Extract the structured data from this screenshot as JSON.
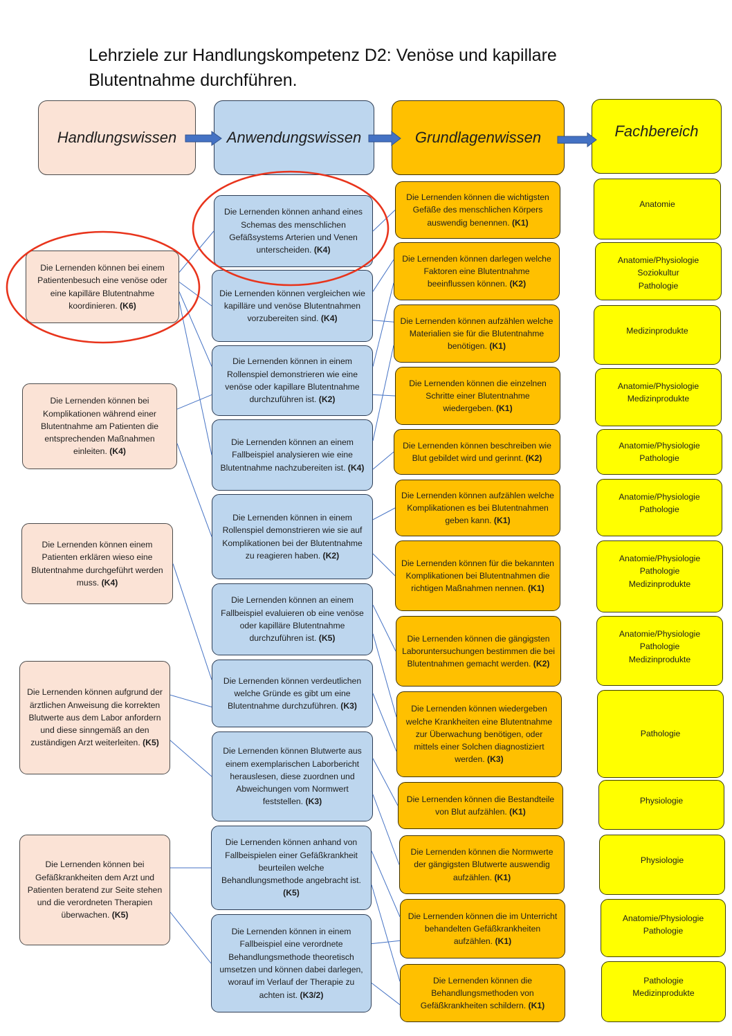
{
  "title": "Lehrziele zur Handlungskompetenz D2: Venöse und kapillare Blutentnahme durchführen.",
  "headers": {
    "handlungswissen": "Handlungswissen",
    "anwendungswissen": "Anwendungswissen",
    "grundlagenwissen": "Grundlagenwissen",
    "fachbereich": "Fachbereich"
  },
  "colors": {
    "handlungswissen": "#fbe3d6",
    "anwendungswissen": "#bdd6ee",
    "grundlagenwissen": "#ffc000",
    "fachbereich": "#ffff00",
    "arrows": "#4472c4",
    "connectors": "#4472c4",
    "highlight_ellipse": "#e8341c"
  },
  "handlungswissen": [
    {
      "text": "Die Lernenden können bei einem Patientenbesuch eine venöse oder eine kapilläre Blutentnahme koordinieren.",
      "level": "(K6)"
    },
    {
      "text": "Die Lernenden können bei Komplikationen während einer Blutentnahme am Patienten die entsprechenden Maßnahmen einleiten.",
      "level": "(K4)"
    },
    {
      "text": "Die Lernenden können einem Patienten erklären wieso eine Blutentnahme durchgeführt werden muss.",
      "level": "(K4)"
    },
    {
      "text": "Die Lernenden können aufgrund der ärztlichen Anweisung die korrekten Blutwerte aus dem Labor anfordern und diese sinngemäß an den zuständigen Arzt weiterleiten.",
      "level": "(K5)"
    },
    {
      "text": "Die Lernenden können bei Gefäßkrankheiten dem Arzt und Patienten beratend zur Seite stehen und die verordneten Therapien überwachen.",
      "level": "(K5)"
    }
  ],
  "anwendungswissen": [
    {
      "text": "Die Lernenden können anhand eines Schemas des menschlichen Gefäßsystems Arterien und Venen unterscheiden.",
      "level": "(K4)"
    },
    {
      "text": "Die Lernenden können vergleichen wie kapilläre und venöse Blutentnahmen vorzubereiten sind.",
      "level": "(K4)"
    },
    {
      "text": "Die Lernenden können in einem Rollenspiel demonstrieren wie eine venöse oder kapillare Blutentnahme durchzuführen ist.",
      "level": "(K2)"
    },
    {
      "text": "Die Lernenden können an einem Fallbeispiel analysieren wie eine Blutentnahme nachzubereiten ist.",
      "level": "(K4)"
    },
    {
      "text": "Die Lernenden können in einem Rollenspiel demonstrieren wie sie auf Komplikationen bei der Blutentnahme zu reagieren haben.",
      "level": "(K2)"
    },
    {
      "text": "Die Lernenden können an einem Fallbeispiel evaluieren ob eine venöse oder kapilläre Blutentnahme durchzuführen ist.",
      "level": "(K5)"
    },
    {
      "text": "Die Lernenden können verdeutlichen welche Gründe es gibt um eine Blutentnahme durchzuführen.",
      "level": "(K3)"
    },
    {
      "text": "Die Lernenden können Blutwerte aus einem exemplarischen Laborbericht herauslesen, diese zuordnen und Abweichungen vom Normwert feststellen.",
      "level": "(K3)"
    },
    {
      "text": "Die Lernenden können anhand von Fallbeispielen einer Gefäßkrankheit beurteilen welche Behandlungsmethode angebracht ist.",
      "level": "(K5)"
    },
    {
      "text": "Die Lernenden können in einem Fallbeispiel eine verordnete Behandlungsmethode theoretisch umsetzen und können dabei darlegen, worauf im Verlauf der Therapie zu achten ist.",
      "level": "(K3/2)"
    }
  ],
  "grundlagenwissen": [
    {
      "text": "Die Lernenden können die wichtigsten Gefäße des menschlichen Körpers auswendig benennen.",
      "level": "(K1)"
    },
    {
      "text": "Die Lernenden können darlegen welche Faktoren eine Blutentnahme beeinflussen können.",
      "level": "(K2)"
    },
    {
      "text": "Die Lernenden können aufzählen welche Materialien sie für die Blutentnahme benötigen.",
      "level": "(K1)"
    },
    {
      "text": "Die Lernenden können die einzelnen Schritte einer Blutentnahme wiedergeben.",
      "level": "(K1)"
    },
    {
      "text": "Die Lernenden können beschreiben wie Blut gebildet wird und gerinnt.",
      "level": "(K2)"
    },
    {
      "text": "Die Lernenden können aufzählen welche Komplikationen es bei Blutentnahmen geben kann.",
      "level": "(K1)"
    },
    {
      "text": "Die Lernenden können für die bekannten Komplikationen bei Blutentnahmen die richtigen Maßnahmen nennen.",
      "level": "(K1)"
    },
    {
      "text": "Die Lernenden können die gängigsten Laboruntersuchungen bestimmen die bei Blutentnahmen gemacht werden.",
      "level": "(K2)"
    },
    {
      "text": "Die Lernenden können wiedergeben welche Krankheiten eine Blutentnahme zur Überwachung benötigen, oder mittels einer Solchen diagnostiziert werden.",
      "level": "(K3)"
    },
    {
      "text": "Die Lernenden können die Bestandteile von Blut aufzählen.",
      "level": "(K1)"
    },
    {
      "text": "Die Lernenden können die Normwerte der gängigsten Blutwerte auswendig aufzählen.",
      "level": "(K1)"
    },
    {
      "text": "Die Lernenden können die im Unterricht behandelten Gefäßkrankheiten aufzählen.",
      "level": "(K1)"
    },
    {
      "text": "Die Lernenden können die Behandlungsmethoden von Gefäßkrankheiten schildern.",
      "level": "(K1)"
    }
  ],
  "fachbereich": [
    {
      "lines": [
        "Anatomie"
      ]
    },
    {
      "lines": [
        "Anatomie/Physiologie",
        "Soziokultur",
        "Pathologie"
      ]
    },
    {
      "lines": [
        "Medizinprodukte"
      ]
    },
    {
      "lines": [
        "Anatomie/Physiologie",
        "Medizinprodukte"
      ]
    },
    {
      "lines": [
        "Anatomie/Physiologie",
        "Pathologie"
      ]
    },
    {
      "lines": [
        "Anatomie/Physiologie",
        "Pathologie"
      ]
    },
    {
      "lines": [
        "Anatomie/Physiologie",
        "Pathologie",
        "Medizinprodukte"
      ]
    },
    {
      "lines": [
        "Anatomie/Physiologie",
        "Pathologie",
        "Medizinprodukte"
      ]
    },
    {
      "lines": [
        "Pathologie"
      ]
    },
    {
      "lines": [
        "Physiologie"
      ]
    },
    {
      "lines": [
        "Physiologie"
      ]
    },
    {
      "lines": [
        "Anatomie/Physiologie",
        "Pathologie"
      ]
    },
    {
      "lines": [
        "Pathologie",
        "Medizinprodukte"
      ]
    }
  ],
  "links": {
    "handlung_to_anwendung": [
      [
        0,
        0
      ],
      [
        0,
        1
      ],
      [
        0,
        2
      ],
      [
        0,
        3
      ],
      [
        1,
        2
      ],
      [
        1,
        4
      ],
      [
        2,
        6
      ],
      [
        3,
        6
      ],
      [
        3,
        7
      ],
      [
        4,
        8
      ],
      [
        4,
        9
      ]
    ],
    "anwendung_to_grundlagen": [
      [
        0,
        0
      ],
      [
        1,
        1
      ],
      [
        1,
        2
      ],
      [
        2,
        1
      ],
      [
        2,
        3
      ],
      [
        3,
        2
      ],
      [
        3,
        4
      ],
      [
        4,
        5
      ],
      [
        4,
        6
      ],
      [
        5,
        7
      ],
      [
        5,
        8
      ],
      [
        6,
        8
      ],
      [
        7,
        9
      ],
      [
        7,
        10
      ],
      [
        8,
        11
      ],
      [
        8,
        12
      ],
      [
        9,
        11
      ],
      [
        9,
        12
      ]
    ]
  }
}
